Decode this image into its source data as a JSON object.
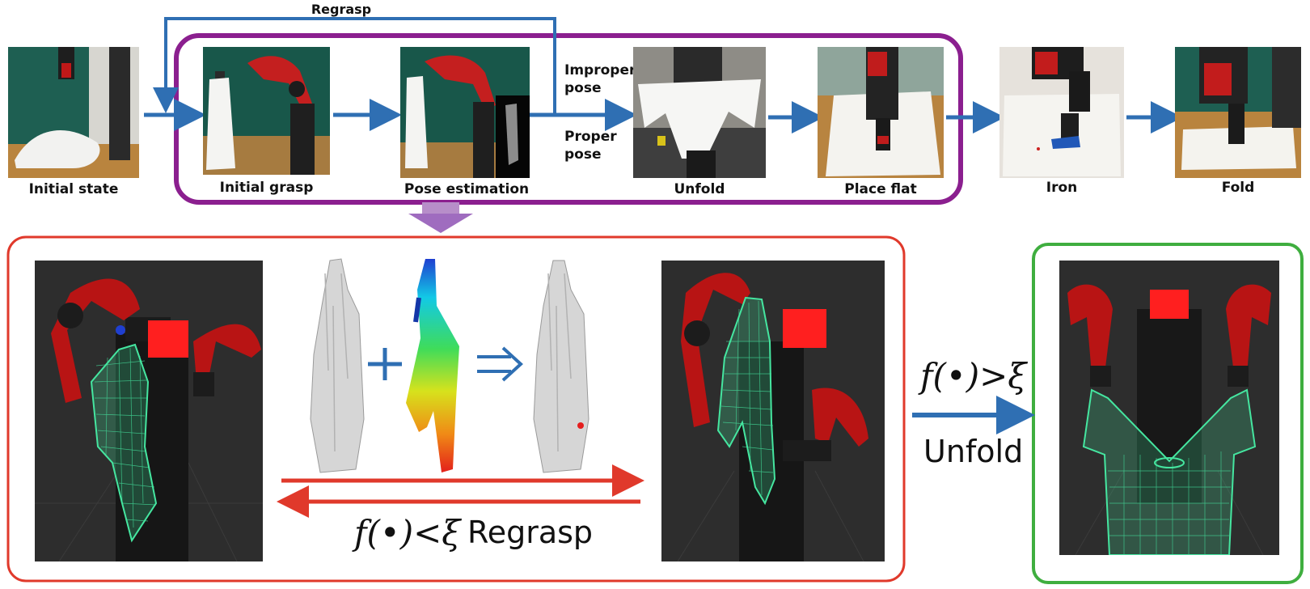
{
  "pipeline": {
    "stages": [
      {
        "label": "Initial state"
      },
      {
        "label": "Initial grasp"
      },
      {
        "label": "Pose estimation"
      },
      {
        "label": "Unfold"
      },
      {
        "label": "Place flat"
      },
      {
        "label": "Iron"
      },
      {
        "label": "Fold"
      }
    ],
    "regrasp_label": "Regrasp",
    "improper_pose_label": "Improper\npose",
    "proper_pose_label": "Proper\npose"
  },
  "detail": {
    "regrasp_condition": "f(•)<ξ",
    "regrasp_word": "Regrasp",
    "unfold_condition": "f(•)>ξ",
    "unfold_word": "Unfold"
  },
  "colors": {
    "arrow_blue": "#2f6fb3",
    "loop_purple": "#8b1f8f",
    "regrasp_red": "#e0392b",
    "unfold_green": "#3fae3f",
    "robot_red": "#c81d1d",
    "mesh_green": "#45e6a0",
    "sim_background": "#2b2b2b"
  }
}
